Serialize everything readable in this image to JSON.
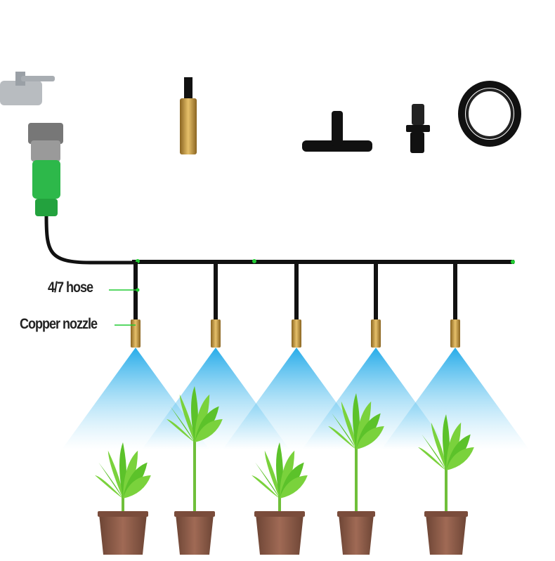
{
  "labels": {
    "hose": "4/7 hose",
    "nozzle": "Copper nozzle"
  },
  "parts": [
    "tap-adapter",
    "copper-nozzle",
    "tee-connector",
    "end-plug",
    "hose-coil"
  ],
  "nozzle_count": 5,
  "plant_count": 5,
  "colors": {
    "accent": "#22cc33",
    "spray": "#3fb8ee",
    "pipe": "#111111",
    "brass": "#c9a04a",
    "pot": "#8a5a45",
    "leaf": "#5cc22a"
  }
}
